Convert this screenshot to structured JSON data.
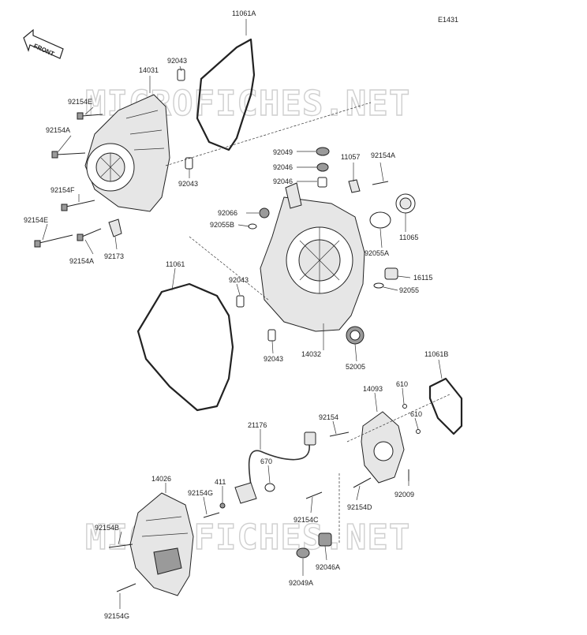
{
  "diagram": {
    "code": "E1431",
    "front_label": "FRONT",
    "watermark": "MICROFICHES.NET",
    "labels": [
      {
        "id": "11061A",
        "text": "11061A"
      },
      {
        "id": "14031",
        "text": "14031"
      },
      {
        "id": "92043a",
        "text": "92043"
      },
      {
        "id": "92154Ea",
        "text": "92154E"
      },
      {
        "id": "92154Aa",
        "text": "92154A"
      },
      {
        "id": "92043b",
        "text": "92043"
      },
      {
        "id": "92154F",
        "text": "92154F"
      },
      {
        "id": "92154Eb",
        "text": "92154E"
      },
      {
        "id": "92154Ab",
        "text": "92154A"
      },
      {
        "id": "92173",
        "text": "92173"
      },
      {
        "id": "92049",
        "text": "92049"
      },
      {
        "id": "92046a",
        "text": "92046"
      },
      {
        "id": "92046b",
        "text": "92046"
      },
      {
        "id": "11057",
        "text": "11057"
      },
      {
        "id": "92154Ac",
        "text": "92154A"
      },
      {
        "id": "92066",
        "text": "92066"
      },
      {
        "id": "92055B",
        "text": "92055B"
      },
      {
        "id": "11065",
        "text": "11065"
      },
      {
        "id": "92055A",
        "text": "92055A"
      },
      {
        "id": "11061",
        "text": "11061"
      },
      {
        "id": "92043c",
        "text": "92043"
      },
      {
        "id": "16115",
        "text": "16115"
      },
      {
        "id": "92055",
        "text": "92055"
      },
      {
        "id": "92043d",
        "text": "92043"
      },
      {
        "id": "14032",
        "text": "14032"
      },
      {
        "id": "52005",
        "text": "52005"
      },
      {
        "id": "11061B",
        "text": "11061B"
      },
      {
        "id": "14093",
        "text": "14093"
      },
      {
        "id": "610a",
        "text": "610"
      },
      {
        "id": "610b",
        "text": "610"
      },
      {
        "id": "92154",
        "text": "92154"
      },
      {
        "id": "21176",
        "text": "21176"
      },
      {
        "id": "670",
        "text": "670"
      },
      {
        "id": "411",
        "text": "411"
      },
      {
        "id": "14026",
        "text": "14026"
      },
      {
        "id": "92154Ga",
        "text": "92154G"
      },
      {
        "id": "92009",
        "text": "92009"
      },
      {
        "id": "92154D",
        "text": "92154D"
      },
      {
        "id": "92154C",
        "text": "92154C"
      },
      {
        "id": "92154B",
        "text": "92154B"
      },
      {
        "id": "92046A",
        "text": "92046A"
      },
      {
        "id": "92049A",
        "text": "92049A"
      },
      {
        "id": "92154Gb",
        "text": "92154G"
      }
    ]
  }
}
